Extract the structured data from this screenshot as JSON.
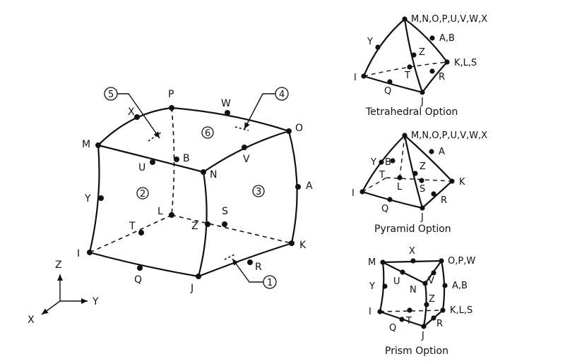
{
  "hex": {
    "nodes": {
      "M": "M",
      "N": "N",
      "O": "O",
      "P": "P",
      "I": "I",
      "J": "J",
      "K": "K",
      "L": "L",
      "X": "X",
      "W": "W",
      "U": "U",
      "V": "V",
      "B": "B",
      "Y": "Y",
      "A": "A",
      "Z": "Z",
      "S": "S",
      "T": "T",
      "Q": "Q",
      "R": "R"
    },
    "faces": {
      "f1": "1",
      "f2": "2",
      "f3": "3",
      "f4": "4",
      "f5": "5",
      "f6": "6"
    }
  },
  "axes": {
    "x": "X",
    "y": "Y",
    "z": "Z"
  },
  "tetrahedral": {
    "caption": "Tetrahedral Option",
    "labels": {
      "top": "M,N,O,P,U,V,W,X",
      "ab": "A,B",
      "y": "Y",
      "z": "Z",
      "kls": "K,L,S",
      "t": "T",
      "r": "R",
      "i": "I",
      "q": "Q",
      "j": "J"
    }
  },
  "pyramid": {
    "caption": "Pyramid Option",
    "labels": {
      "top": "M,N,O,P,U,V,W,X",
      "a": "A",
      "y": "Y",
      "b": "B",
      "z": "Z",
      "t": "T",
      "k": "K",
      "l": "L",
      "s": "S",
      "i": "I",
      "r": "R",
      "q": "Q",
      "j": "J"
    }
  },
  "prism": {
    "caption": "Prism Option",
    "labels": {
      "m": "M",
      "x": "X",
      "opw": "O,P,W",
      "y": "Y",
      "u": "U",
      "v": "V",
      "ab": "A,B",
      "n": "N",
      "z": "Z",
      "i": "I",
      "t": "T",
      "kls": "K,L,S",
      "q": "Q",
      "r": "R",
      "j": "J"
    }
  }
}
